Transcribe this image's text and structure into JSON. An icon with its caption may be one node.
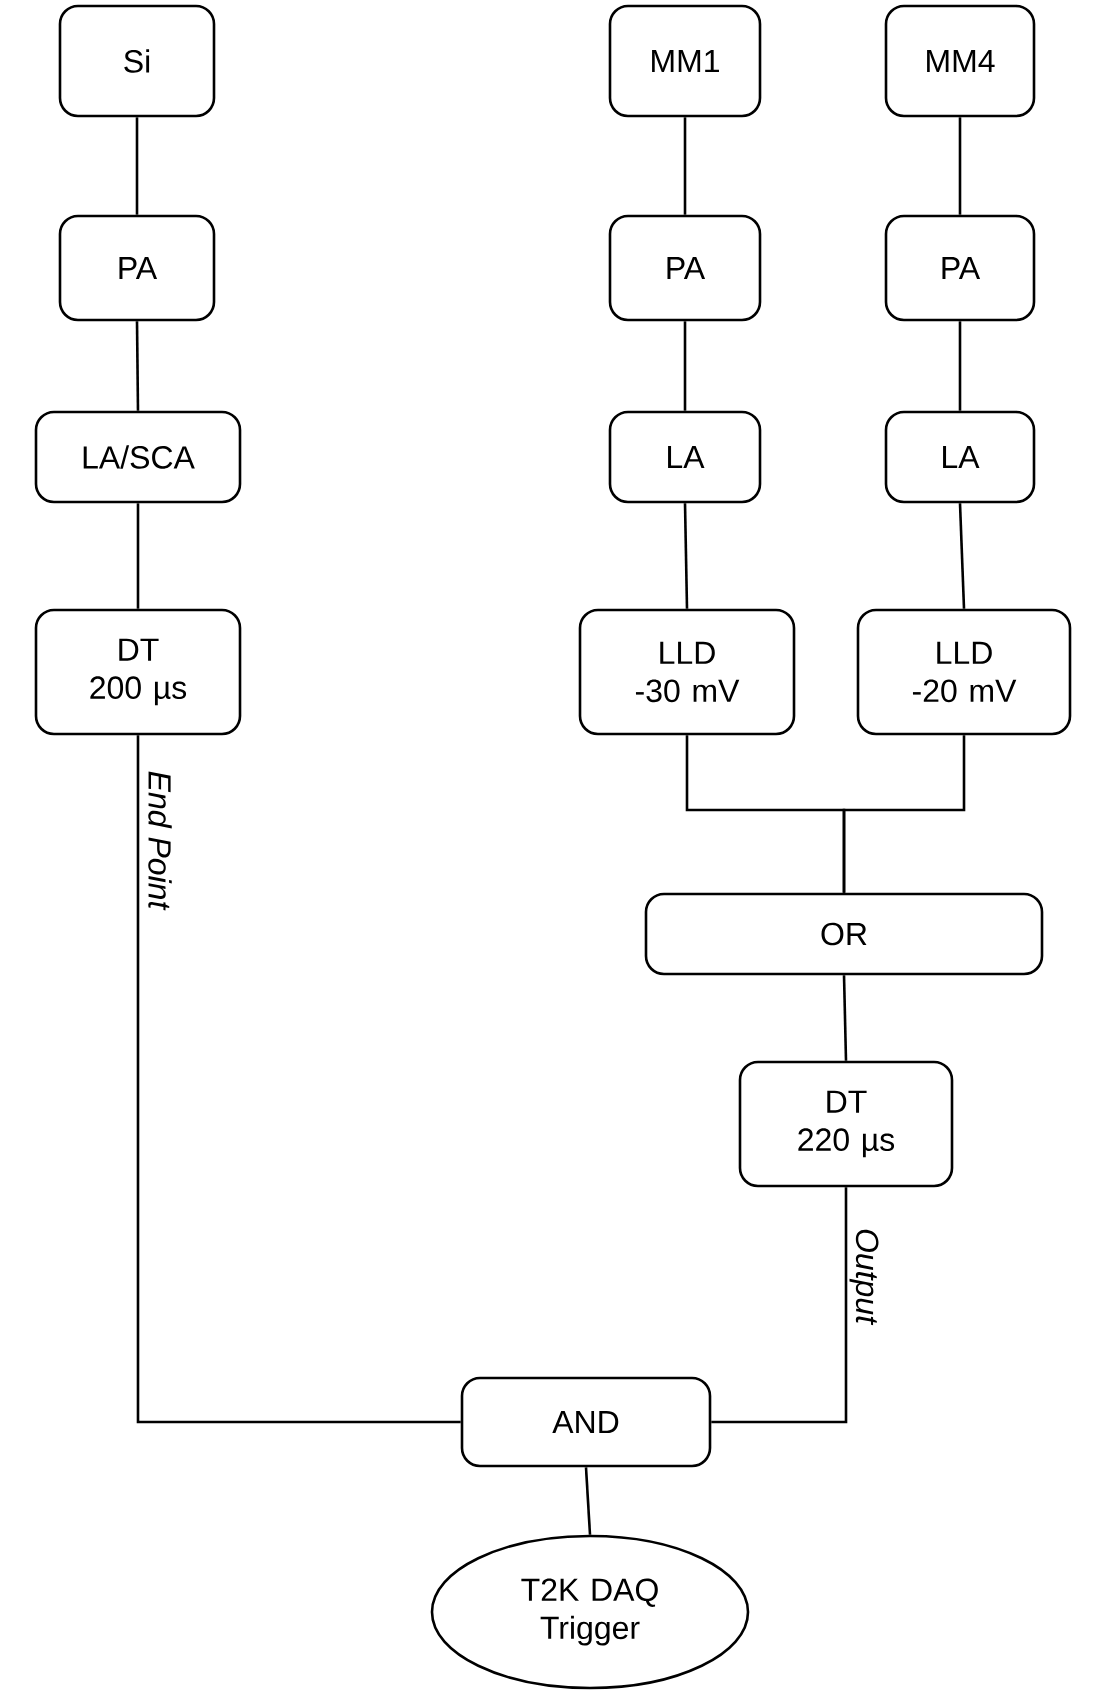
{
  "diagram": {
    "nodes": [
      {
        "text": [
          "Si"
        ]
      },
      {
        "text": [
          "PA"
        ]
      },
      {
        "text": [
          "LA/SCA"
        ]
      },
      {
        "text": [
          "DT 200 µs"
        ]
      },
      {
        "text": [
          "MM1"
        ]
      },
      {
        "text": [
          "PA"
        ]
      },
      {
        "text": [
          "LA"
        ]
      },
      {
        "text": [
          "LLD -30 mV"
        ]
      },
      {
        "text": [
          "MM4"
        ]
      },
      {
        "text": [
          "PA"
        ]
      },
      {
        "text": [
          "LA"
        ]
      },
      {
        "text": [
          "LLD -20 mV"
        ]
      },
      {
        "text": [
          "OR"
        ]
      },
      {
        "text": [
          "DT 220 µs"
        ]
      },
      {
        "text": [
          "AND"
        ]
      },
      {
        "text": [
          "T2K DAQ Trigger"
        ]
      }
    ],
    "edges": [
      {
        "from": 0,
        "to": 1,
        "arrow": "none"
      },
      {
        "from": 1,
        "to": 2,
        "arrow": "none"
      },
      {
        "from": 2,
        "to": 3,
        "arrow": "none"
      },
      {
        "from": 3,
        "to": 14,
        "arrow": "none",
        "label": "End Point"
      },
      {
        "from": 4,
        "to": 5,
        "arrow": "none"
      },
      {
        "from": 5,
        "to": 6,
        "arrow": "none"
      },
      {
        "from": 6,
        "to": 7,
        "arrow": "none"
      },
      {
        "from": 8,
        "to": 9,
        "arrow": "none"
      },
      {
        "from": 9,
        "to": 10,
        "arrow": "none"
      },
      {
        "from": 10,
        "to": 11,
        "arrow": "none"
      },
      {
        "from": 7,
        "to": 12,
        "arrow": "none"
      },
      {
        "from": 11,
        "to": 12,
        "arrow": "none"
      },
      {
        "from": 12,
        "to": 13,
        "arrow": "none"
      },
      {
        "from": 13,
        "to": 14,
        "arrow": "none",
        "label": "Output"
      },
      {
        "from": 14,
        "to": 15,
        "arrow": "none"
      }
    ]
  }
}
